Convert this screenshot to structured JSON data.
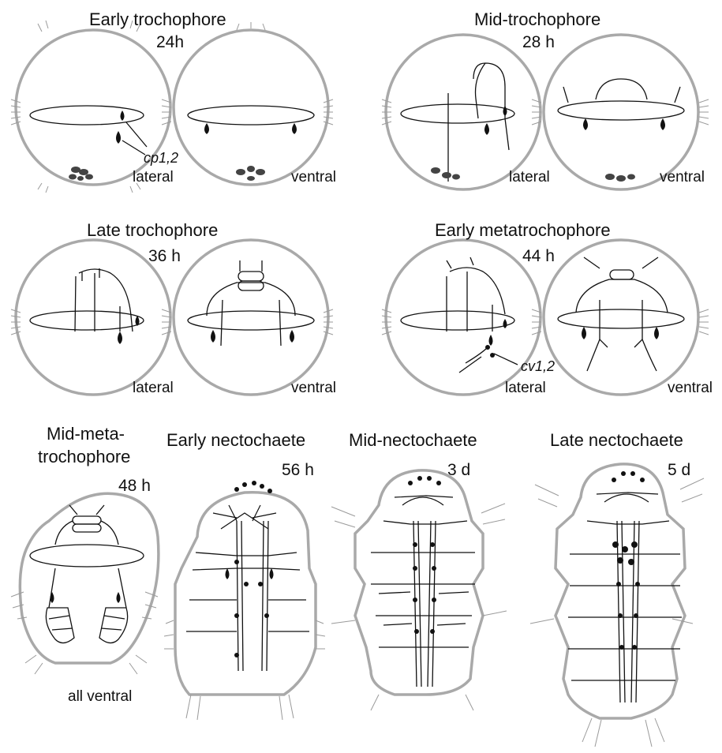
{
  "stages": [
    {
      "id": "early-trochophore",
      "title": "Early trochophore",
      "time": "24h",
      "views": [
        "lateral",
        "ventral"
      ],
      "annotation": "cp1,2"
    },
    {
      "id": "mid-trochophore",
      "title": "Mid-trochophore",
      "time": "28 h",
      "views": [
        "lateral",
        "ventral"
      ]
    },
    {
      "id": "late-trochophore",
      "title": "Late trochophore",
      "time": "36 h",
      "views": [
        "lateral",
        "ventral"
      ]
    },
    {
      "id": "early-metatrochophore",
      "title": "Early metatrochophore",
      "time": "44 h",
      "views": [
        "lateral",
        "ventral"
      ],
      "annotation": "cv1,2"
    },
    {
      "id": "mid-metatrochophore",
      "title_line1": "Mid-meta-",
      "title_line2": "trochophore",
      "time": "48 h"
    },
    {
      "id": "early-nectochaete",
      "title": "Early nectochaete",
      "time": "56 h"
    },
    {
      "id": "mid-nectochaete",
      "title": "Mid-nectochaete",
      "time": "3 d"
    },
    {
      "id": "late-nectochaete",
      "title": "Late nectochaete",
      "time": "5 d"
    }
  ],
  "footer_note": "all ventral",
  "colors": {
    "outline": "#a9a9a9",
    "neurons": "#111111",
    "cilia": "#9a9a9a"
  }
}
